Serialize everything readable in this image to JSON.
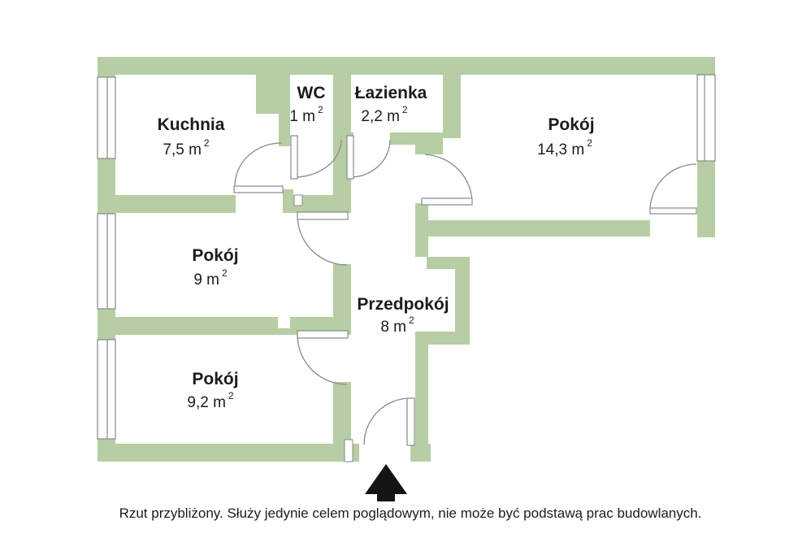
{
  "colors": {
    "wall": "#b7cda3",
    "line": "#8a8a8a",
    "text": "#1c1c1c",
    "arrow": "#141414",
    "bg": "#ffffff"
  },
  "rooms": [
    {
      "id": "kuchnia",
      "name": "Kuchnia",
      "area": "7,5 m",
      "sup": "2"
    },
    {
      "id": "wc",
      "name": "WC",
      "area": "1 m",
      "sup": "2"
    },
    {
      "id": "lazienka",
      "name": "Łazienka",
      "area": "2,2 m",
      "sup": "2"
    },
    {
      "id": "pokoj-duzy",
      "name": "Pokój",
      "area": "14,3 m",
      "sup": "2"
    },
    {
      "id": "pokoj-sredni",
      "name": "Pokój",
      "area": "9 m",
      "sup": "2"
    },
    {
      "id": "przedpokoj",
      "name": "Przedpokój",
      "area": "8 m",
      "sup": "2"
    },
    {
      "id": "pokoj-maly",
      "name": "Pokój",
      "area": "9,2 m",
      "sup": "2"
    }
  ],
  "icons": {
    "entrance_marker": "entrance-arrow"
  },
  "footer": {
    "disclaimer": "Rzut przybliżony. Służy jedynie celem poglądowym, nie może być podstawą prac budowlanych."
  }
}
